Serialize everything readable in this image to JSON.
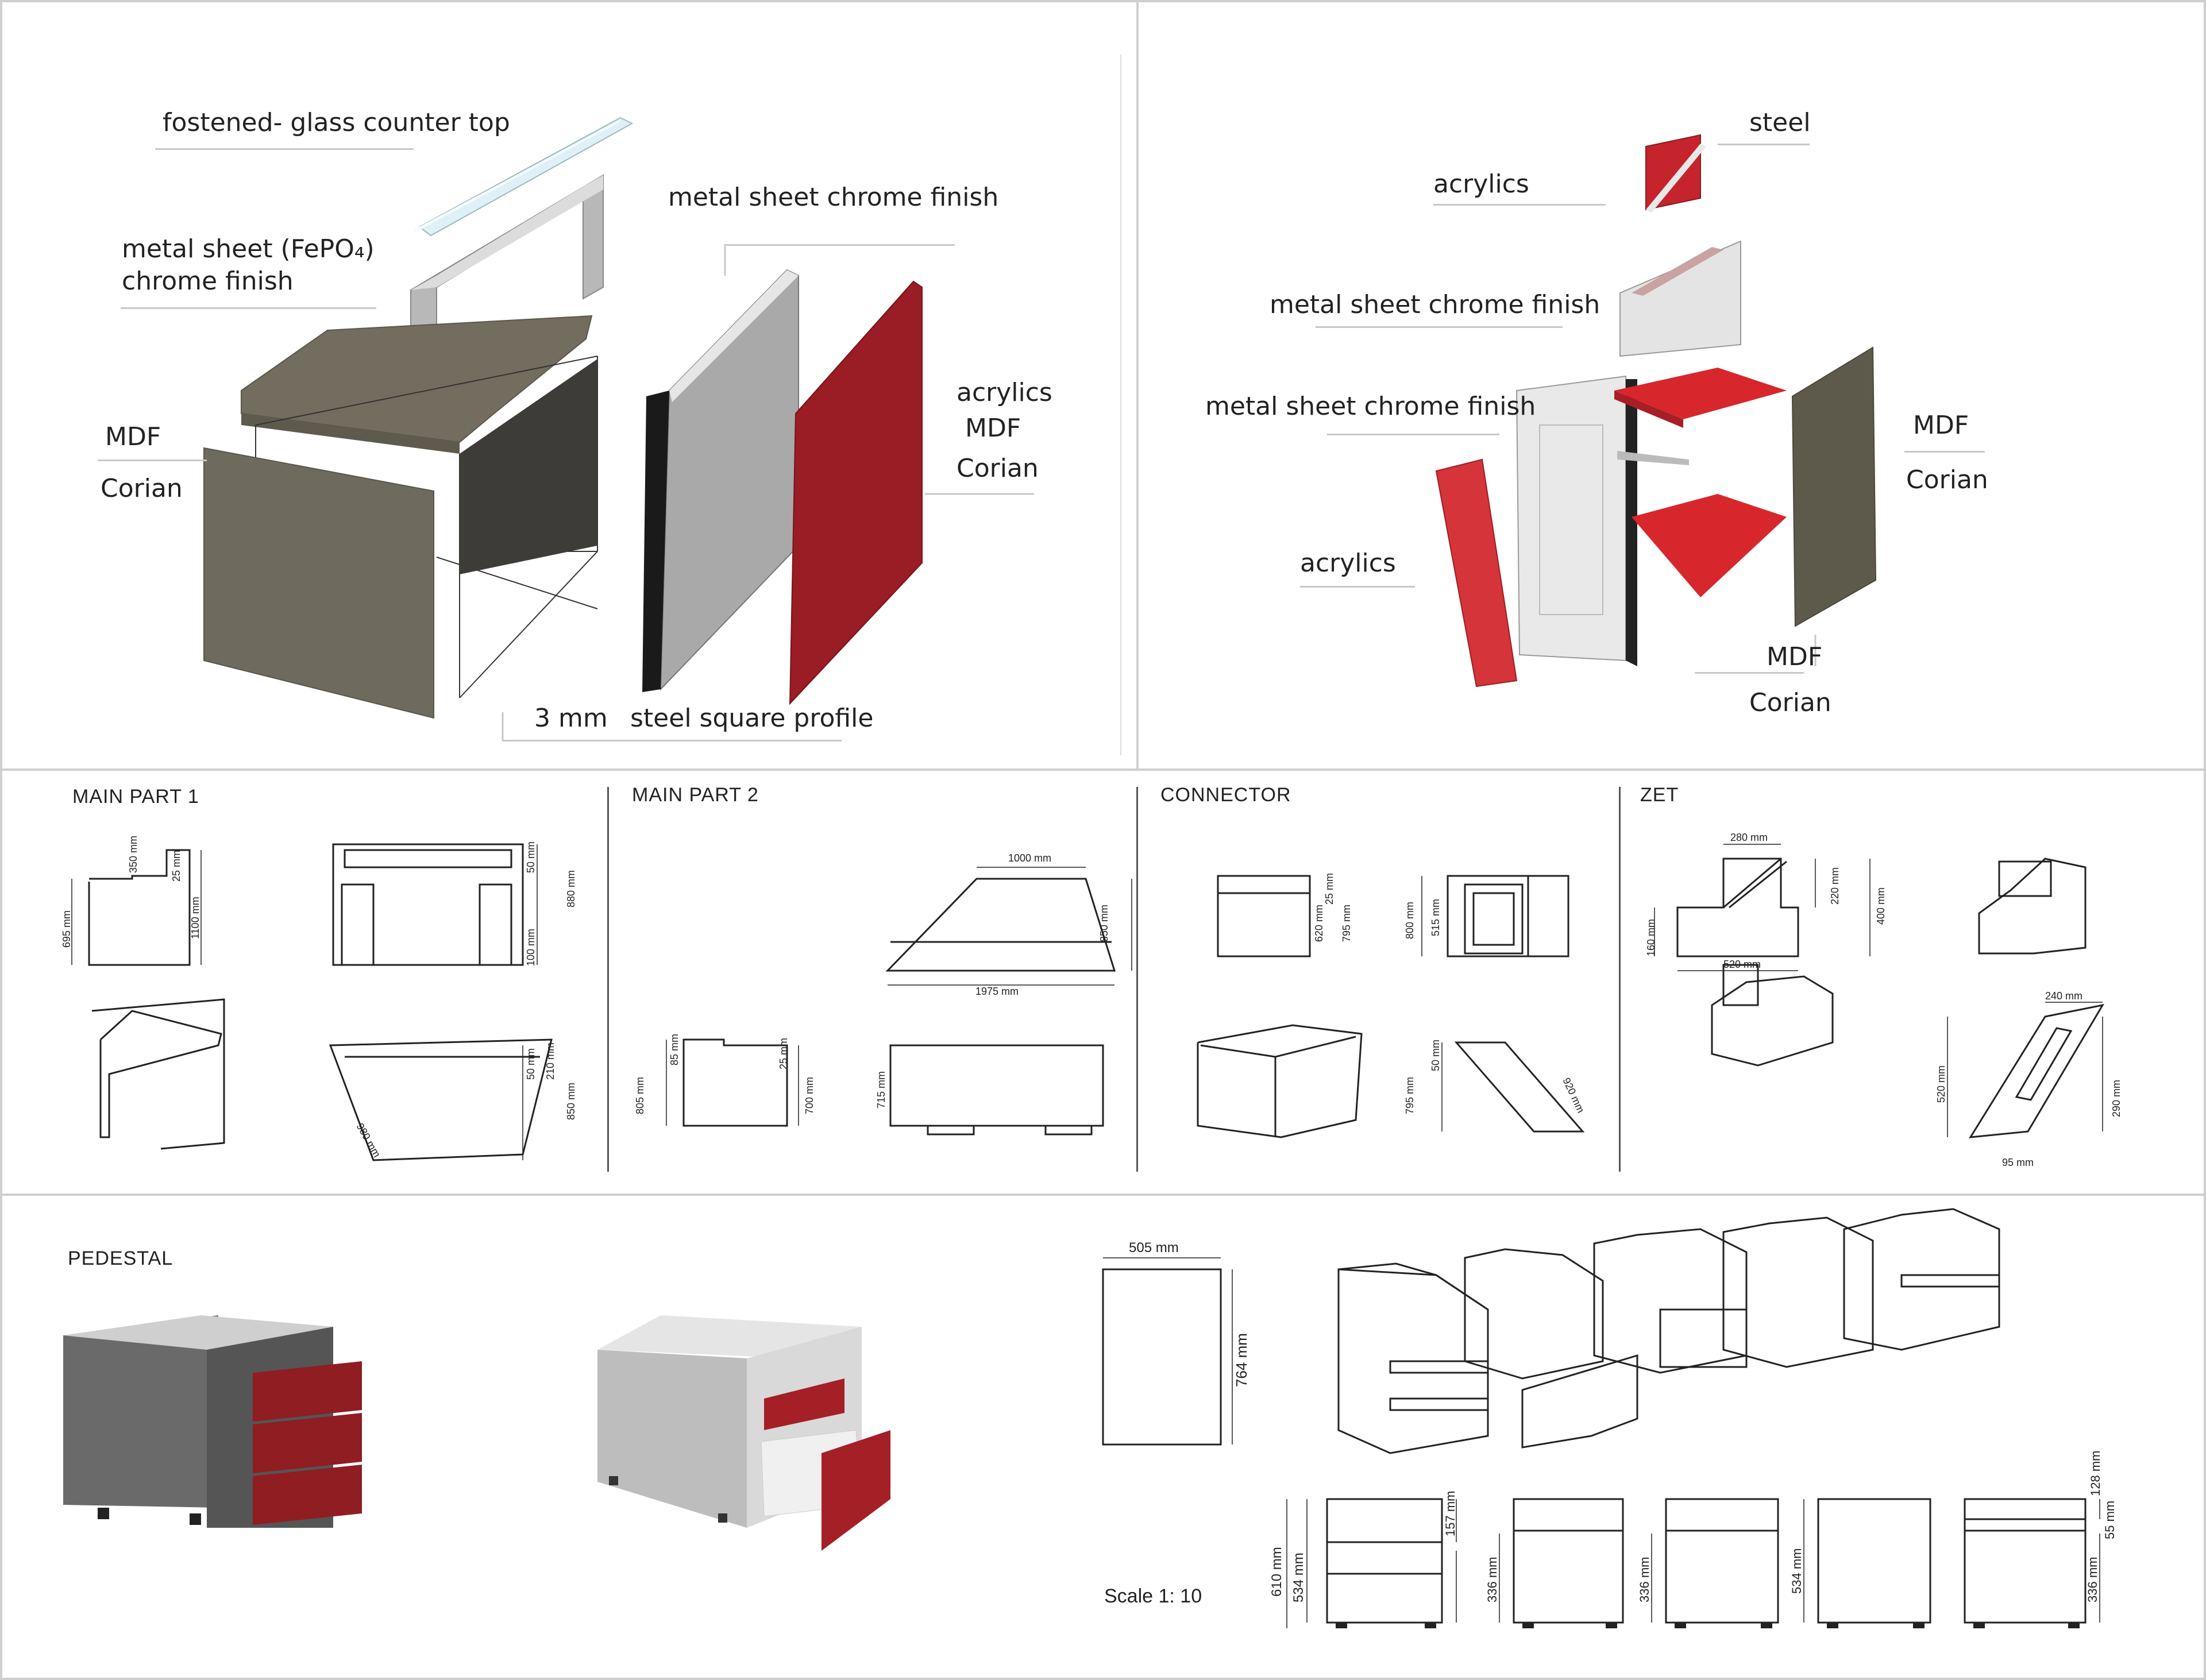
{
  "colors": {
    "accent_red": "#b8232b",
    "mdf_gray": "#6e6a5e",
    "steel": "#c9c9c9",
    "divider": "#cfcfcf"
  },
  "top_left": {
    "glass_label": "fostened- glass counter top",
    "metal_sheet_label_1": "metal sheet (FePO₄)",
    "metal_sheet_label_2": "chrome finish",
    "metal_chrome_label": "metal sheet chrome finish",
    "mdf_label": "MDF",
    "corian_label": "Corian",
    "acrylics_label": "acrylics",
    "mdf_label_2": "MDF",
    "corian_label_2": "Corian",
    "thickness_label": "3 mm",
    "profile_label": "steel square profile"
  },
  "top_right": {
    "steel_label": "steel",
    "acrylics_label": "acrylics",
    "metal_chrome_label_1": "metal sheet chrome finish",
    "metal_chrome_label_2": "metal sheet chrome finish",
    "mdf_label": "MDF",
    "corian_label": "Corian",
    "acrylics_label_2": "acrylics",
    "mdf_label_2": "MDF",
    "corian_label_2": "Corian"
  },
  "sections": {
    "main_part_1": "MAIN PART 1",
    "main_part_2": "MAIN PART 2",
    "connector": "CONNECTOR",
    "zet": "ZET",
    "pedestal": "PEDESTAL"
  },
  "dims": {
    "mp1": {
      "a": "350 mm",
      "b": "25 mm",
      "c": "695 mm",
      "d": "1100 mm",
      "e": "50 mm",
      "f": "880 mm",
      "g": "100 mm",
      "h": "50 mm",
      "i": "210 mm",
      "j": "850 mm",
      "k": "980 mm"
    },
    "mp2": {
      "top": "1000 mm",
      "right": "850 mm",
      "bottom": "1975 mm",
      "a": "85 mm",
      "b": "25 mm",
      "c": "805 mm",
      "d": "700 mm",
      "e": "715 mm"
    },
    "conn": {
      "a": "25 mm",
      "b": "620 mm",
      "c": "795 mm",
      "d": "800 mm",
      "e": "515 mm",
      "f": "50 mm",
      "g": "795 mm",
      "h": "920 mm"
    },
    "zet": {
      "a": "280 mm",
      "b": "220 mm",
      "c": "400 mm",
      "d": "160 mm",
      "e": "520 mm",
      "f": "240 mm",
      "g": "520 mm",
      "h": "290 mm",
      "i": "95 mm"
    },
    "ped": {
      "w": "505 mm",
      "h": "764 mm",
      "a": "610 mm",
      "b": "534 mm",
      "c": "157 mm",
      "d": "336 mm",
      "e": "336 mm",
      "f": "534 mm",
      "g": "128 mm",
      "h2": "55 mm",
      "i": "336 mm"
    }
  },
  "scale_text": "Scale 1: 10"
}
